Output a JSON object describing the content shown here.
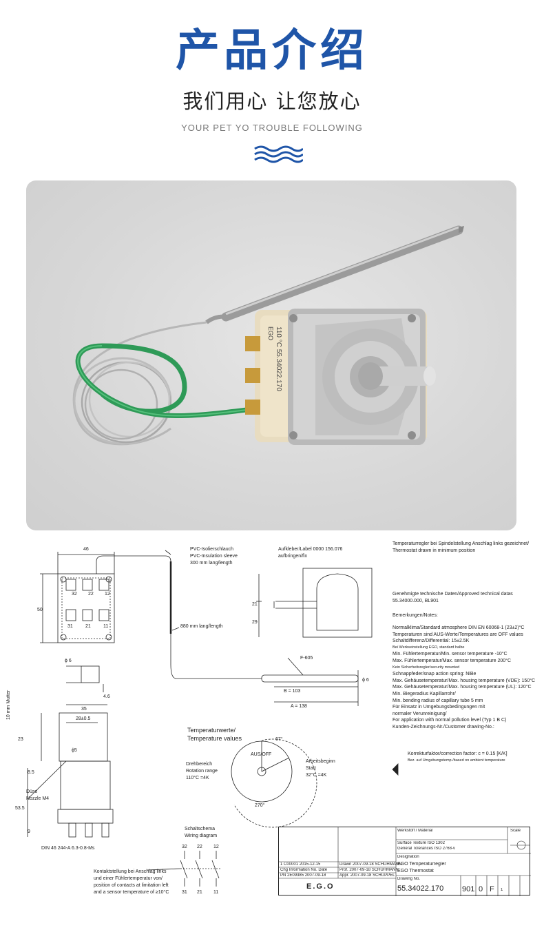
{
  "header": {
    "title": "产品介绍",
    "subtitle": "我们用心 让您放心",
    "english": "YOUR PET YO TROUBLE FOLLOWING"
  },
  "product": {
    "body_marking": "110 °C 55.34022.170",
    "brand_marking": "EGO"
  },
  "drawing": {
    "dim_46": "46",
    "dim_50": "50",
    "dim_21": "21",
    "dim_29": "29",
    "dim_35": "35",
    "dim_28": "28±0.5",
    "dim_phi6": "ϕ 6",
    "dim_4_6": "4.6",
    "dim_23": "23",
    "dim_8_5": "8.5",
    "dim_9": "9",
    "dim_53": "53.5",
    "dim_phi5": "ϕ5",
    "dim_10": "10 mm Mutter",
    "terminals_top": [
      "32",
      "22",
      "12"
    ],
    "terminals_bottom": [
      "31",
      "21",
      "11"
    ],
    "pvc_de": "PVC-Isolierschlauch",
    "pvc_en": "PVC-Insulation sleeve",
    "pvc_len": "300 mm lang/length",
    "cap_len": "880 mm lang/length",
    "label_de": "Aufkleber/Label 0000 156.076",
    "label_en": "aufbringen/fix",
    "f605": "F-605",
    "dim_b": "B = 103",
    "dim_a": "A = 138",
    "dim_phi_bulb": "ϕ 6",
    "temp_de": "Temperaturwerte/",
    "temp_en": "Temperature values",
    "aus_off": "AUS/OFF",
    "drehbereich": "Drehbereich",
    "rotation": "Rotation range",
    "rot_val": "110°C =4K",
    "arbeitsbeginn": "Arbeitsbeginn",
    "start": "Start",
    "start_val": "32°C =4K",
    "angle_270": "270°",
    "angle_67": "67°",
    "duese": "Düse",
    "nozzle": "Nozzle M4",
    "din": "DIN 46 244-A 6.3-0.8-Ms",
    "wiring_de": "Schaltschema",
    "wiring_en": "Wiring diagram",
    "wiring_nums_top": [
      "32",
      "22",
      "12"
    ],
    "wiring_nums_bottom": [
      "31",
      "21",
      "11"
    ],
    "contact_note": [
      "Kontaktstellung bei Anschlag links",
      "und einer Fühlertemperatur von/",
      "position of contacts at limitation left",
      "and a sensor temperature of ≥10°C"
    ]
  },
  "notes": {
    "lines_a": [
      "Temperaturregler bei Spindelstellung Anschlag links gezeichnet/",
      "Thermostat drawn in minimum position"
    ],
    "lines_b": [
      "Genehmigte technische Daten/Approved technical datas",
      "55.34000.000, BL901"
    ],
    "lines_c": [
      "Bemerkungen/Notes:"
    ],
    "lines_d": [
      "Normalklima/Standard atmosphere DIN EN 60068-1 (23±2)°C",
      "Temperaturen sind AUS-Werte/Temperatures are OFF values",
      "Schaltdifferenz/Differential: 15±2.5K"
    ],
    "small_1": "Bei Werkseinstellung EGO, standard halbe",
    "lines_e": [
      "Min. Fühlertemperatur/Min. sensor temperature -10°C",
      "Max. Fühlertemperatur/Max. sensor temperature 200°C"
    ],
    "small_2": "Kein Sicherheitsregler/security mounted",
    "lines_f": [
      "Schnappfeder/snap action spring: NiBe",
      "Max. Gehäusetemperatur/Max. housing temperature (VDE): 150°C",
      "Max. Gehäusetemperatur/Max. housing temperature (UL): 120°C",
      "Min. Biegeradius Kapillarrohr/",
      "Min. bending radius of capillary tube 5 mm",
      "Für Einsatz in Umgebungsbedingungen mit",
      "normaler Verunreinigung/",
      "For application with normal pollution level (Typ 1 B C)",
      "Kunden-Zeichnungs-Nr./Customer drawing-No.:"
    ],
    "correction": "Korrekturfaktor/correction factor: c = 0.15 [K/K]",
    "correction_small": "Bez. auf Umgebungstemp./based on ambient temperature"
  },
  "title_block": {
    "material": "Werkstoff / Material",
    "surface": "Surface Texture ISO 1302",
    "tolerances": "General Tolerances ISO 2768-v",
    "designation_label": "Designation",
    "designation_1": "EGO Temperaturregler",
    "designation_2": "EGO Thermostat",
    "drawing_no_label": "Drawing No.",
    "drawing_no": "55.34022.170",
    "scale": "Scale",
    "ver": "901",
    "rev": "0",
    "sheet": "F",
    "sheets": "1",
    "rev_rows": [
      [
        "1",
        "C00001",
        "2015-12-15",
        "Drawn",
        "2007-09-18",
        "SCHUHMANN"
      ],
      [
        "Chg",
        "Information No.",
        "Date",
        "Prof.",
        "2007-09-18",
        "SCHUHMANN"
      ],
      [
        "PN",
        "2E09385",
        "2007-09-18",
        "Appr.",
        "2007-09-18",
        "SCHUPPEL"
      ]
    ],
    "logo": "E.G.O"
  },
  "colors": {
    "brand_blue": "#1f55a8",
    "wire_green": "#2e9a57"
  }
}
